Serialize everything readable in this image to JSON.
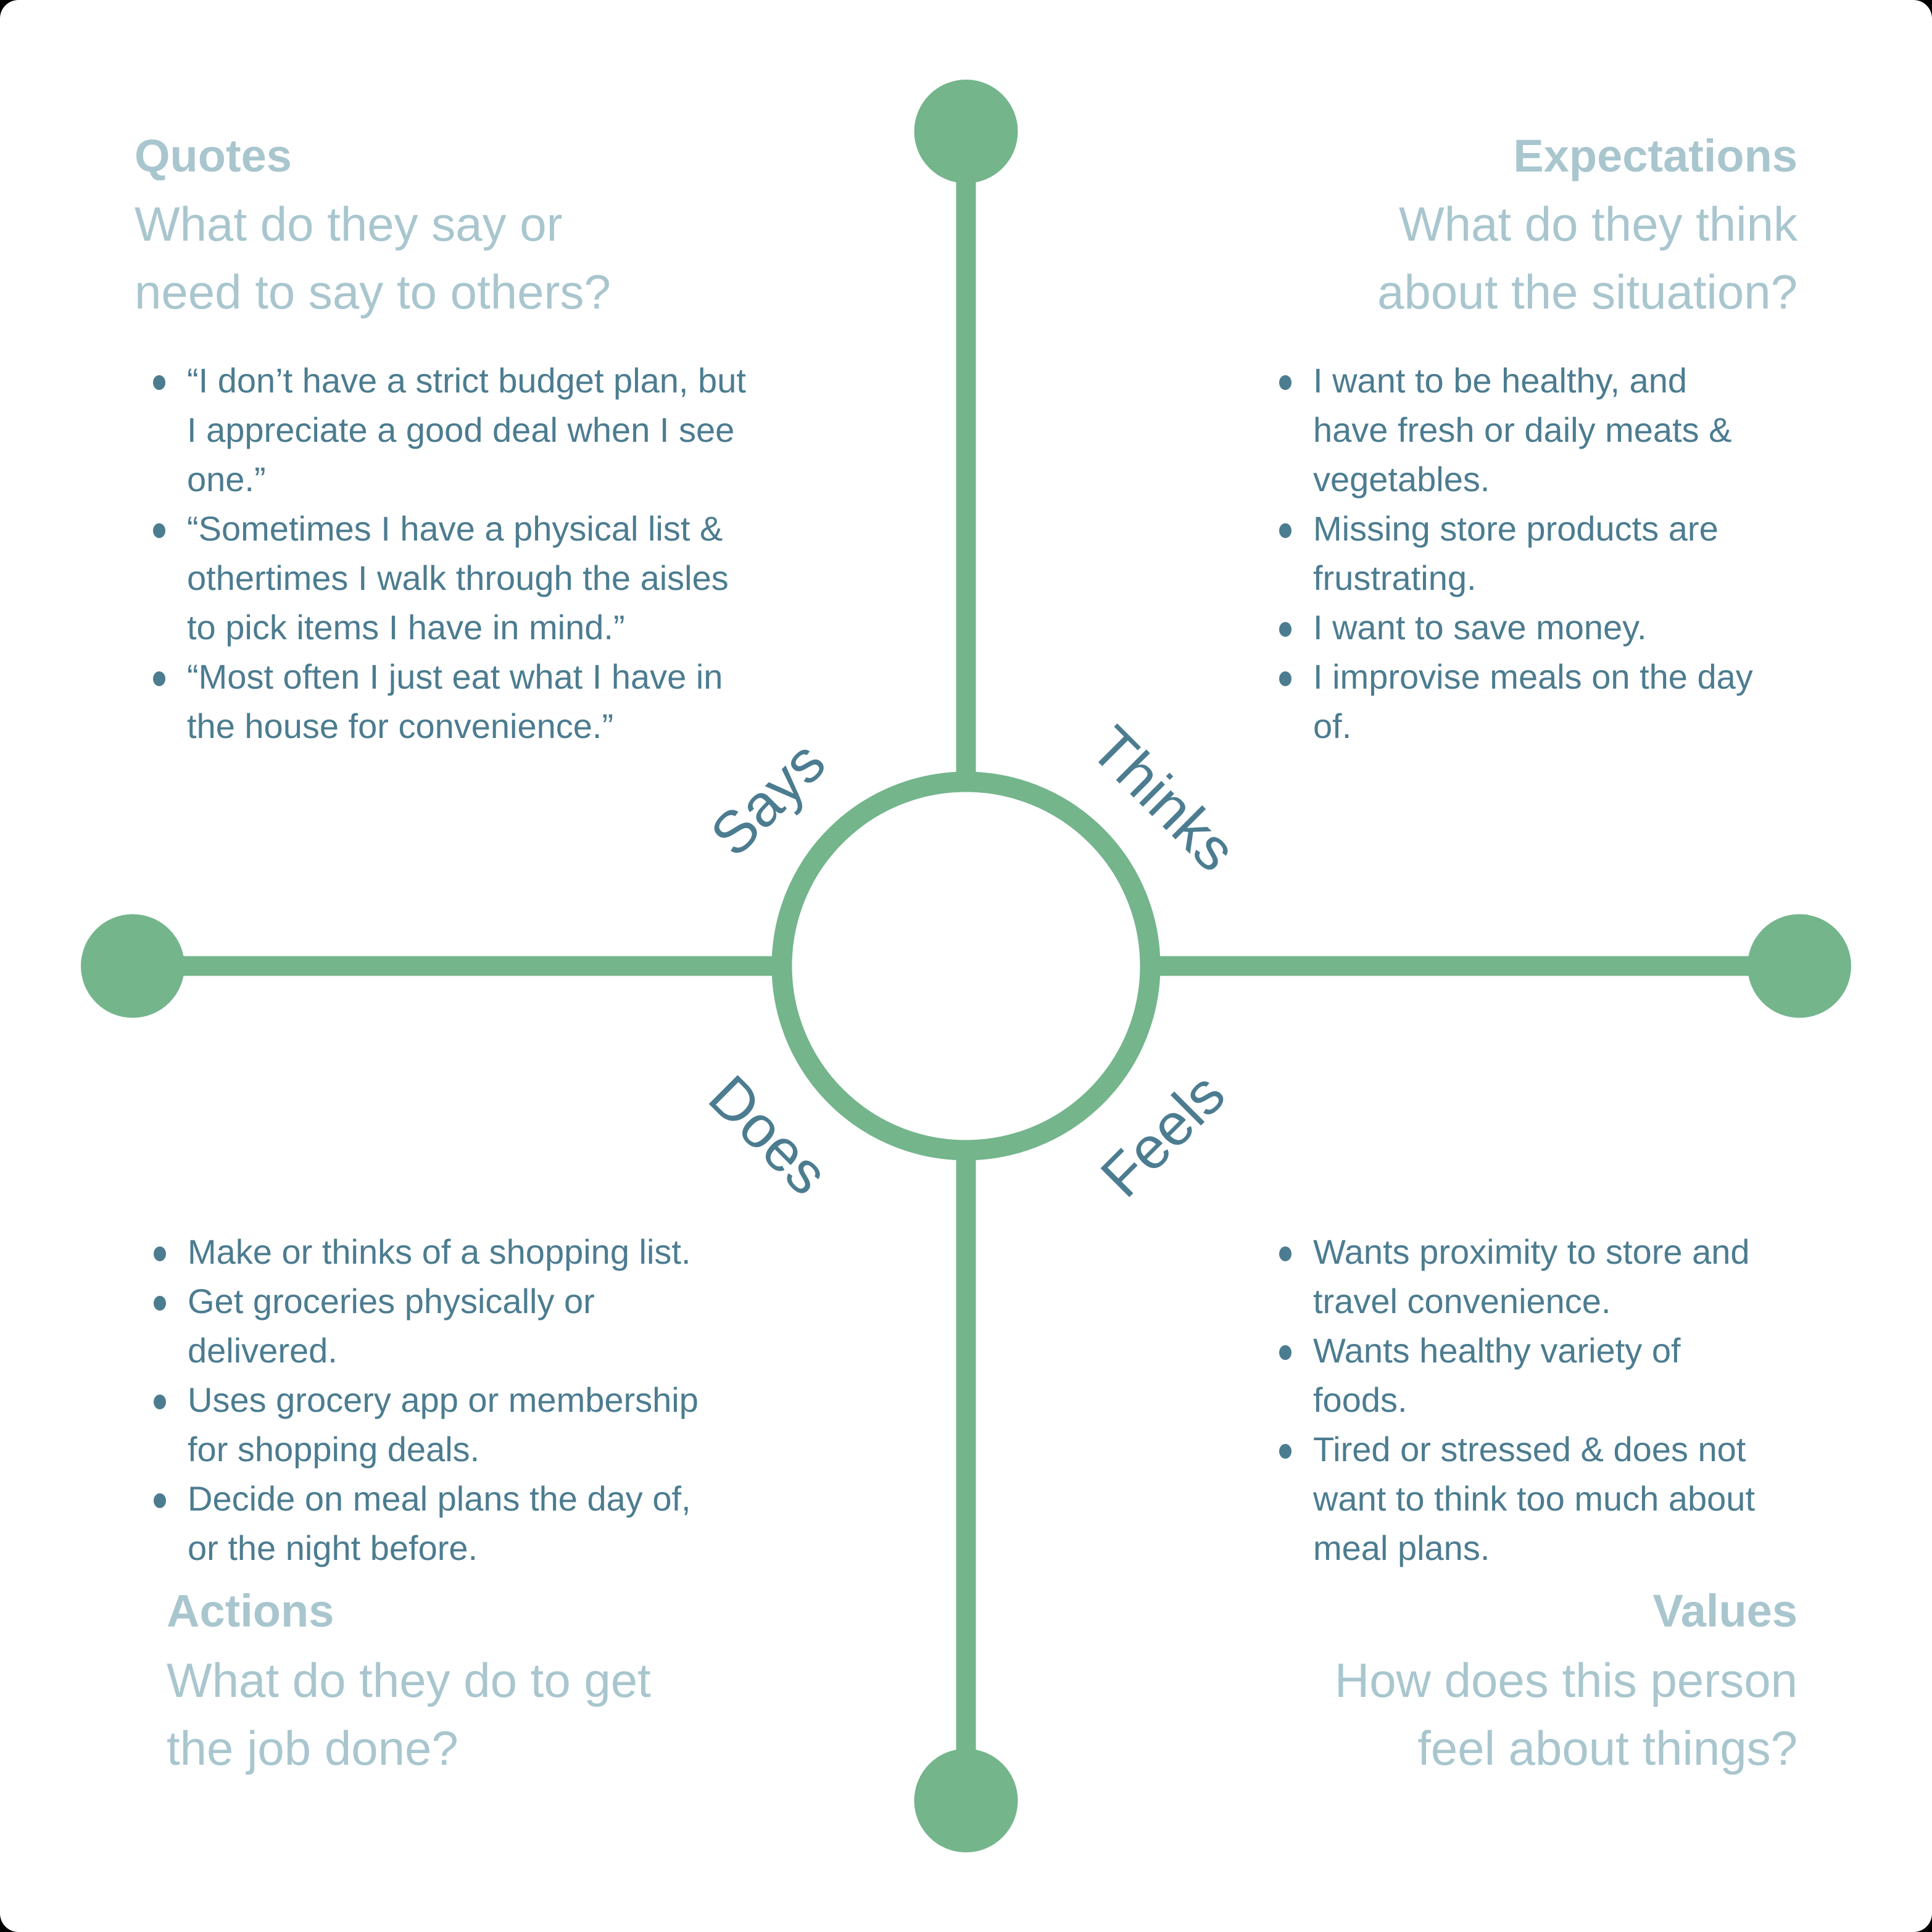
{
  "colors": {
    "green": "#74B58C",
    "teal": "#4C7C90",
    "light_heading": "#A9C6CE",
    "background": "#FFFFFF"
  },
  "quadrants": {
    "says": {
      "axis_label": "Says",
      "heading": "Quotes",
      "subtitle": "What do they say or\nneed to say to others?",
      "bullets": [
        [
          "“I don’t have a strict budget plan, but",
          "I appreciate a good deal when I see",
          "one.”"
        ],
        [
          "“Sometimes I have a physical list &",
          "othertimes I walk through the aisles",
          "to pick items I have in mind.”"
        ],
        [
          "“Most often I just eat what I have in",
          "the house for convenience.”"
        ]
      ]
    },
    "thinks": {
      "axis_label": "Thinks",
      "heading": "Expectations",
      "subtitle": "What do they think\nabout the situation?",
      "bullets": [
        [
          "I want to be healthy, and",
          "have fresh or daily meats &",
          "vegetables."
        ],
        [
          "Missing store products are",
          "frustrating."
        ],
        [
          "I want to save money."
        ],
        [
          "I improvise meals on the day",
          "of."
        ]
      ]
    },
    "does": {
      "axis_label": "Does",
      "heading": "Actions",
      "subtitle": "What do they do to get\nthe job done?",
      "bullets": [
        [
          "Make or thinks of a shopping list."
        ],
        [
          "Get groceries physically or",
          "delivered."
        ],
        [
          "Uses grocery app or membership",
          "for shopping deals."
        ],
        [
          "Decide on meal plans the day of,",
          "or the night before."
        ]
      ]
    },
    "feels": {
      "axis_label": "Feels",
      "heading": "Values",
      "subtitle": "How does this person\nfeel about things?",
      "bullets": [
        [
          "Wants proximity to store and",
          "travel convenience."
        ],
        [
          "Wants healthy variety of",
          "foods."
        ],
        [
          "Tired or stressed & does not",
          "want to think too much about",
          "meal plans."
        ]
      ]
    }
  }
}
